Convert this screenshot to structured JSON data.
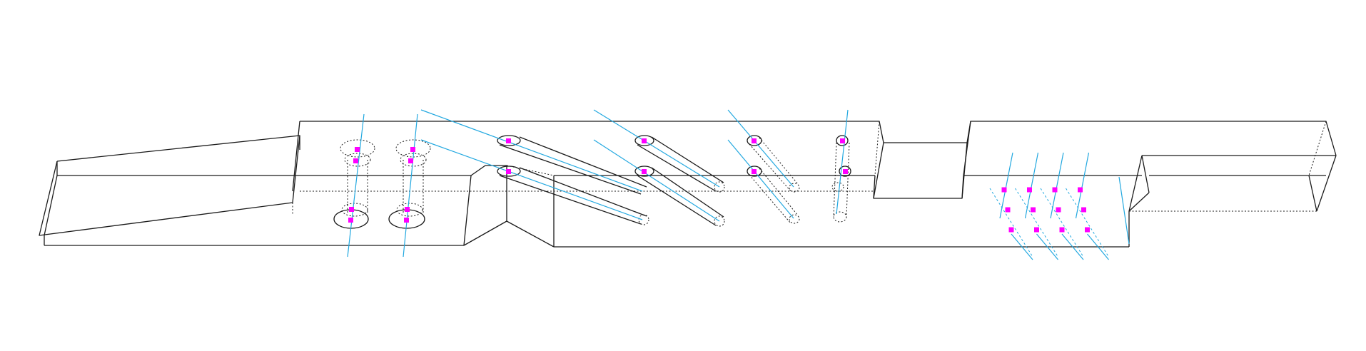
{
  "colors": {
    "background": "#ffffff",
    "edge": "#1a1a1a",
    "axis": "#22a8e0",
    "marker": "#ff00ff"
  },
  "view": {
    "style": "isometric-wireframe",
    "hidden_lines": "dashed"
  },
  "features": {
    "vertical_counterbores": 2,
    "angled_bores": 4,
    "angled_holes": 2,
    "upright_holes": 1,
    "hole_pattern_columns": 4,
    "hole_pattern_rows": 3
  }
}
